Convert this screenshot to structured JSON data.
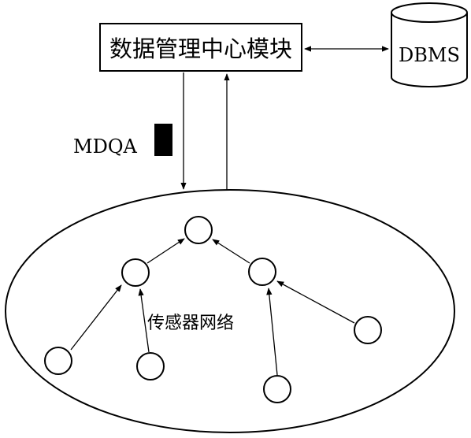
{
  "module_label": "数据管理中心模块",
  "database_label": "DBMS",
  "query_label": "MDQA",
  "network_label": "传感器网络"
}
